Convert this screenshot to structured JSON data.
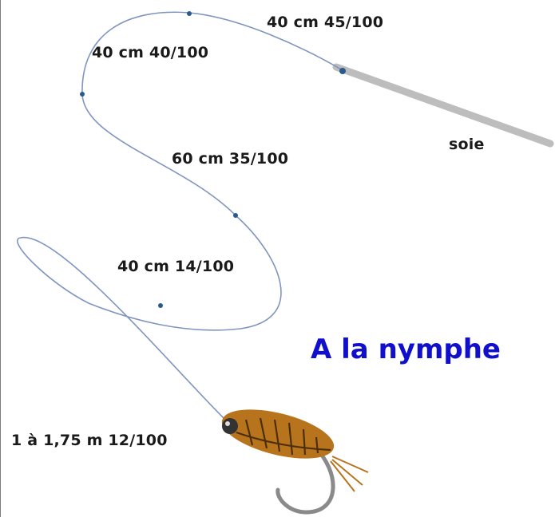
{
  "title": "A la nymphe",
  "colors": {
    "title": "#1010cc",
    "leader_line": "#7f95c0",
    "knot": "#2a5a8a",
    "fly_line": "#bdbdbd",
    "fly_body": "#b8741c",
    "hook": "#8a8a8a"
  },
  "labels": {
    "seg_45": "40 cm  45/100",
    "seg_40": "40 cm  40/100",
    "seg_35": "60 cm  35/100",
    "seg_14": "40 cm 14/100",
    "tippet": "1 à 1,75 m  12/100",
    "fly_line": "soie"
  }
}
